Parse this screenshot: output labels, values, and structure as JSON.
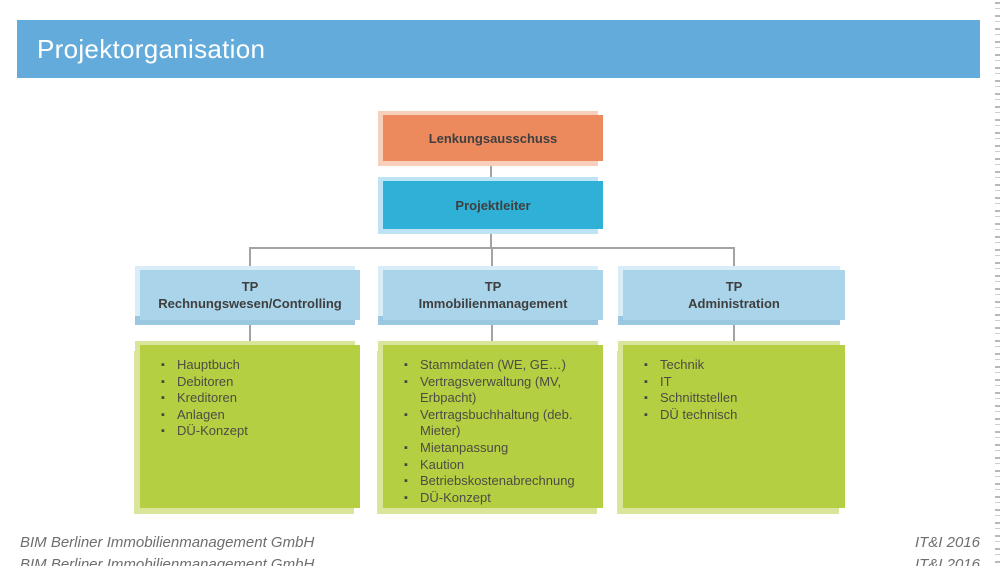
{
  "slide": {
    "title": "Projektorganisation",
    "footer_left": "BIM Berliner Immobilienmanagement GmbH",
    "footer_right": "IT&I 2016"
  },
  "colors": {
    "header_blue": "#63ABDB",
    "orange": "#EC8A5E",
    "orange_pale": "#F8CFBA",
    "cyan": "#2FB1D7",
    "cyan_pale": "#BEE3F4",
    "lightblue": "#A9D4EA",
    "lightblue_pale": "#D9EDF8",
    "lightblue_mid": "#9BC8E1",
    "green": "#B5CF42",
    "green_pale": "#DAE59B",
    "connector_gray": "#A3A3A3"
  },
  "org_chart": {
    "root": {
      "label": "Lenkungsausschuss"
    },
    "manager": {
      "label": "Projektleiter"
    },
    "teams": [
      {
        "title_line1": "TP",
        "title_line2": "Rechnungswesen/Controlling",
        "items": [
          "Hauptbuch",
          "Debitoren",
          "Kreditoren",
          "Anlagen",
          "DÜ-Konzept"
        ]
      },
      {
        "title_line1": "TP",
        "title_line2": "Immobilienmanagement",
        "items": [
          "Stammdaten (WE, GE…)",
          "Vertragsverwaltung (MV, Erbpacht)",
          "Vertragsbuchhaltung (deb. Mieter)",
          "Mietanpassung",
          "Kaution",
          "Betriebskostenabrechnung",
          "DÜ-Konzept"
        ]
      },
      {
        "title_line1": "TP",
        "title_line2": "Administration",
        "items": [
          "Technik",
          "IT",
          "Schnittstellen",
          "DÜ technisch"
        ]
      }
    ]
  }
}
